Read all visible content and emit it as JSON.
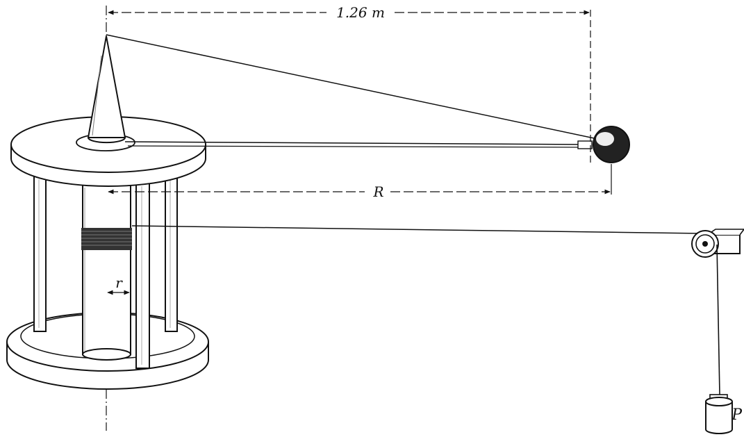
{
  "labels": {
    "top_distance": "1.26 m",
    "radius_large": "R",
    "radius_small": "r",
    "weight": "P"
  },
  "colors": {
    "ink": "#111111",
    "paper": "#ffffff"
  }
}
